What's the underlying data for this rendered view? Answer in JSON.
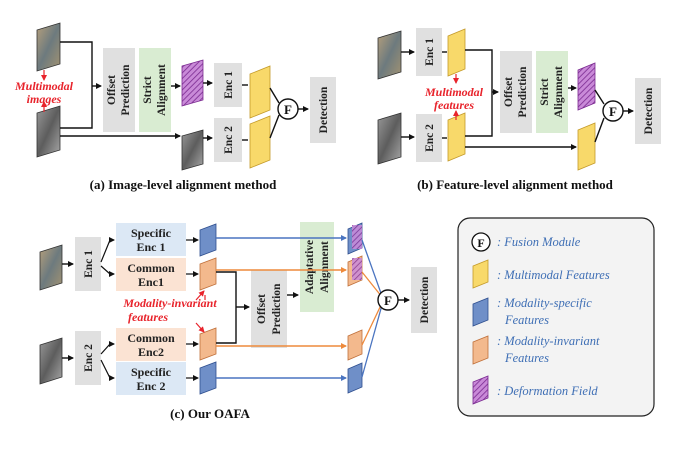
{
  "panel_a": {
    "multimodal_label_line1": "Multimodal",
    "multimodal_label_line2": "images",
    "offset_line1": "Offset",
    "offset_line2": "Prediction",
    "strict_line1": "Strict",
    "strict_line2": "Alignment",
    "enc1": "Enc 1",
    "enc2": "Enc 2",
    "fusion": "F",
    "detection": "Detection",
    "caption": "(a) Image-level alignment method"
  },
  "panel_b": {
    "enc1": "Enc 1",
    "enc2": "Enc 2",
    "multimodal_label_line1": "Multimodal",
    "multimodal_label_line2": "features",
    "offset_line1": "Offset",
    "offset_line2": "Prediction",
    "strict_line1": "Strict",
    "strict_line2": "Alignment",
    "fusion": "F",
    "detection": "Detection",
    "caption": "(b) Feature-level alignment method"
  },
  "panel_c": {
    "enc1": "Enc 1",
    "enc2": "Enc 2",
    "specific_enc1_line1": "Specific",
    "specific_enc1_line2": "Enc 1",
    "common_enc1_line1": "Common",
    "common_enc1_line2": "Enc1",
    "common_enc2_line1": "Common",
    "common_enc2_line2": "Enc2",
    "specific_enc2_line1": "Specific",
    "specific_enc2_line2": "Enc 2",
    "invariant_label_line1": "Modality-invariant",
    "invariant_label_line2": "features",
    "offset_line1": "Offset",
    "offset_line2": "Prediction",
    "adaptive_line1": "Adaptative",
    "adaptive_line2": "Alignment",
    "fusion": "F",
    "detection": "Detection",
    "caption": "(c) Our OAFA"
  },
  "legend": {
    "fusion_symbol": "F",
    "fusion_label": ": Fusion Module",
    "multimodal_label": ": Multimodal Features",
    "specific_line1": ": Modality-specific",
    "specific_line2": "Features",
    "invariant_line1": ": Modality-invariant",
    "invariant_line2": "Features",
    "deformation_label": ": Deformation Field"
  },
  "colors": {
    "gray_box": "#e0e0e0",
    "green_box": "#d9ecd2",
    "blue_box": "#dce8f5",
    "orange_box": "#fbe3d3",
    "yellow_feature": "#f8d96a",
    "blue_feature": "#6f8fc8",
    "orange_feature": "#f3b98d",
    "purple_feature": "#b55ac8",
    "red_text": "#e8242c",
    "legend_text": "#3f6fb5",
    "blue_line": "#4a74c0",
    "orange_line": "#ee8a3c"
  }
}
